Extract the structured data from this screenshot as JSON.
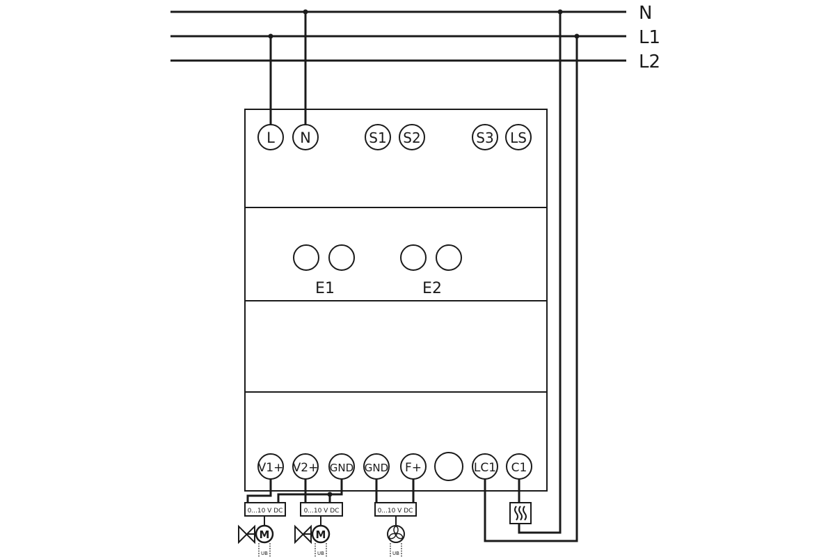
{
  "bus_lines": [
    "N",
    "L1",
    "L2"
  ],
  "top_terminals": [
    "L",
    "N",
    "S1",
    "S2",
    "S3",
    "LS"
  ],
  "middle_groups": [
    "E1",
    "E2"
  ],
  "bottom_terminals": [
    "V1+",
    "V2+",
    "GND",
    "GND",
    "F+",
    "",
    "LC1",
    "C1"
  ],
  "signal_label": "0...10 V DC",
  "motor_label": "M",
  "supply_label": "UB",
  "colors": {
    "line": "#1a1a1a",
    "background": "#ffffff"
  }
}
